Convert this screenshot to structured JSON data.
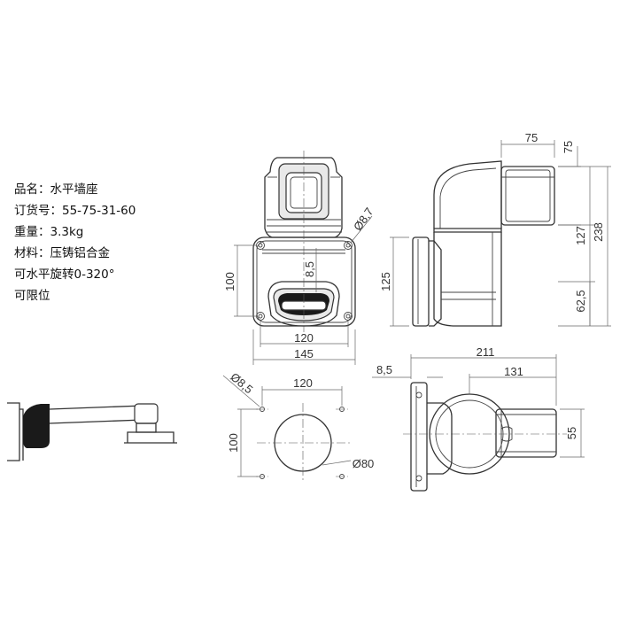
{
  "specs": {
    "name": "品名：水平墙座",
    "order_no": "订货号：55-75-31-60",
    "weight": "重量：3.3kg",
    "material": "材料：压铸铝合金",
    "rotation": "可水平旋转0-320°",
    "limit": "可限位"
  },
  "front_view": {
    "dim_width_120": "120",
    "dim_width_145": "145",
    "dim_height_100": "100",
    "dim_offset_8_5": "8,5",
    "dim_hole_d8_7": "Ø8,7"
  },
  "side_view": {
    "dim_top_75_h": "75",
    "dim_top_75_v": "75",
    "dim_127": "127",
    "dim_238": "238",
    "dim_62_5": "62,5",
    "dim_125": "125"
  },
  "hole_pattern": {
    "dim_hole_d8_5": "Ø8,5",
    "dim_spacing_120": "120",
    "dim_spacing_100": "100",
    "dim_center_d80": "Ø80"
  },
  "top_view": {
    "dim_211": "211",
    "dim_131": "131",
    "dim_8_5": "8,5",
    "dim_55": "55"
  }
}
